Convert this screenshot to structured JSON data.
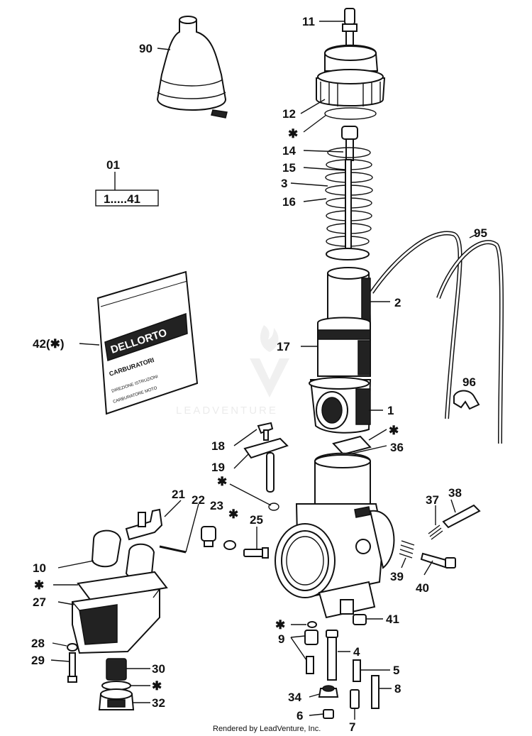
{
  "callouts": {
    "c11": "11",
    "c90": "90",
    "c12": "12",
    "cstar1": "✱",
    "c14": "14",
    "c15": "15",
    "c3": "3",
    "c16": "16",
    "c01": "01",
    "crange": "1.....41",
    "c95": "95",
    "c2": "2",
    "c42": "42(✱)",
    "c17": "17",
    "c96": "96",
    "c1": "1",
    "cstar2": "✱",
    "c36": "36",
    "c18": "18",
    "c19": "19",
    "cstar3": "✱",
    "c21": "21",
    "c22": "22",
    "c23": "23",
    "cstar4": "✱",
    "c25": "25",
    "c37": "37",
    "c38": "38",
    "c10": "10",
    "cstar5": "✱",
    "c27": "27",
    "c39": "39",
    "c40": "40",
    "cstar6": "✱",
    "c41": "41",
    "c9": "9",
    "c4": "4",
    "c28": "28",
    "c29": "29",
    "c30": "30",
    "cstar7": "✱",
    "c5": "5",
    "c8": "8",
    "c32": "32",
    "c34": "34",
    "c6": "6",
    "c7": "7"
  },
  "bag_label": {
    "brand": "DELLORTO",
    "line1": "CARBURATORI",
    "line2": "DIREZIONE ISTRUZIONI",
    "line3": "CARBURATORE MOTO"
  },
  "watermark": "LEADVENTURE",
  "footer": "Rendered by LeadVenture, Inc."
}
